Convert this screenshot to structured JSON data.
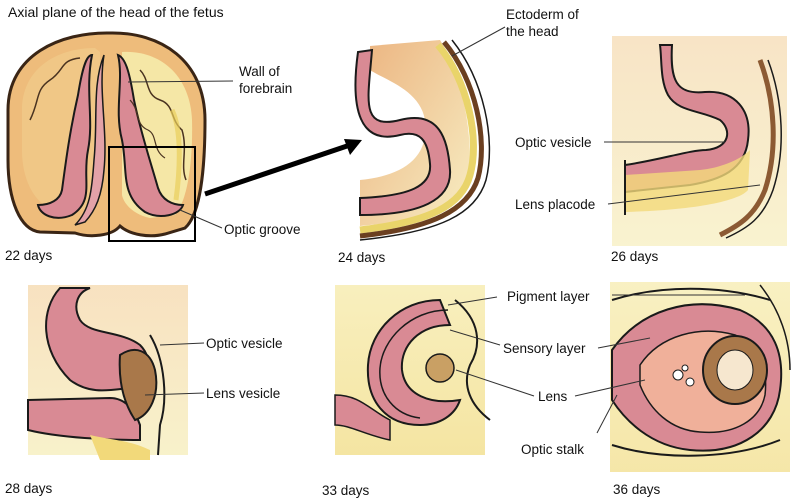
{
  "title": "Axial plane of the head of the fetus",
  "labels": {
    "ectoderm": "Ectoderm of\nthe head",
    "wall_forebrain": "Wall of\nforebrain",
    "optic_groove": "Optic groove",
    "optic_vesicle_26": "Optic vesicle",
    "lens_placode": "Lens placode",
    "optic_vesicle_28": "Optic vesicle",
    "lens_vesicle": "Lens vesicle",
    "pigment_layer": "Pigment layer",
    "sensory_layer": "Sensory layer",
    "lens": "Lens",
    "optic_stalk": "Optic stalk"
  },
  "stages": {
    "d22": "22 days",
    "d24": "24 days",
    "d26": "26 days",
    "d28": "28 days",
    "d33": "33 days",
    "d36": "36 days"
  },
  "colors": {
    "tissue_pink": "#d98a94",
    "tissue_pink_dark": "#c46a78",
    "mesenchyme_orange": "#eebc77",
    "mesenchyme_yellow": "#f3e79a",
    "ectoderm_brown": "#8c5a33",
    "outline": "#1a1a1a"
  }
}
